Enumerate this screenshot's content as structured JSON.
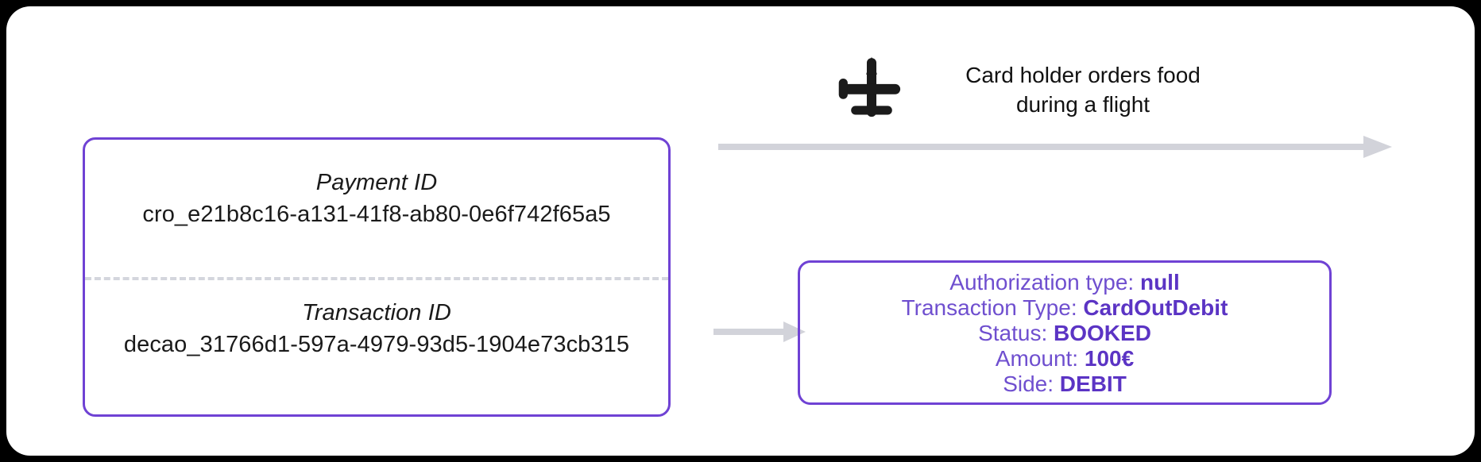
{
  "colors": {
    "purple_border": "#6f42d4",
    "purple_text": "#6f4fcf",
    "purple_bold": "#5b34c4",
    "arrow_gray": "#d2d3da",
    "dash_gray": "#d4d6dd",
    "text_black": "#111111",
    "frame_black": "#000000",
    "card_white": "#ffffff"
  },
  "scenario": {
    "icon": "airplane-icon",
    "caption_line1": "Card holder orders food",
    "caption_line2": "during a flight"
  },
  "id_box": {
    "payment": {
      "label": "Payment ID",
      "value": "cro_e21b8c16-a131-41f8-ab80-0e6f742f65a5"
    },
    "transaction": {
      "label": "Transaction ID",
      "value": "decao_31766d1-597a-4979-93d5-1904e73cb315"
    }
  },
  "detail_box": {
    "lines": [
      {
        "key": "Authorization type: ",
        "value": "null"
      },
      {
        "key": "Transaction Type: ",
        "value": "CardOutDebit"
      },
      {
        "key": "Status: ",
        "value": "BOOKED"
      },
      {
        "key": "Amount: ",
        "value": "100€"
      },
      {
        "key": "Side: ",
        "value": "DEBIT"
      }
    ]
  },
  "arrows": {
    "timeline_arrow": "right-arrow-long",
    "link_arrow": "right-arrow-short"
  }
}
